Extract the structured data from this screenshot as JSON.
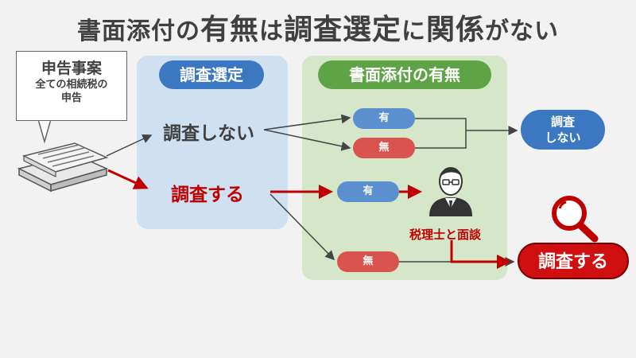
{
  "title": {
    "parts": [
      "書面添付の",
      "有無",
      "は",
      "調査選定",
      "に",
      "関係",
      "がない"
    ]
  },
  "callout": {
    "title": "申告事案",
    "line1": "全ての相続税の",
    "line2": "申告"
  },
  "panels": {
    "selection": "調査選定",
    "document": "書面添付の有無"
  },
  "branches": {
    "no_survey": "調査しない",
    "survey": "調査する"
  },
  "options": {
    "yes": "有",
    "no": "無"
  },
  "tax_interview": "税理士と面談",
  "results": {
    "no_survey_line1": "調査",
    "no_survey_line2": "しない",
    "survey": "調査する"
  },
  "colors": {
    "blue": "#3b78c1",
    "green": "#5ea447",
    "red": "#d01010"
  }
}
